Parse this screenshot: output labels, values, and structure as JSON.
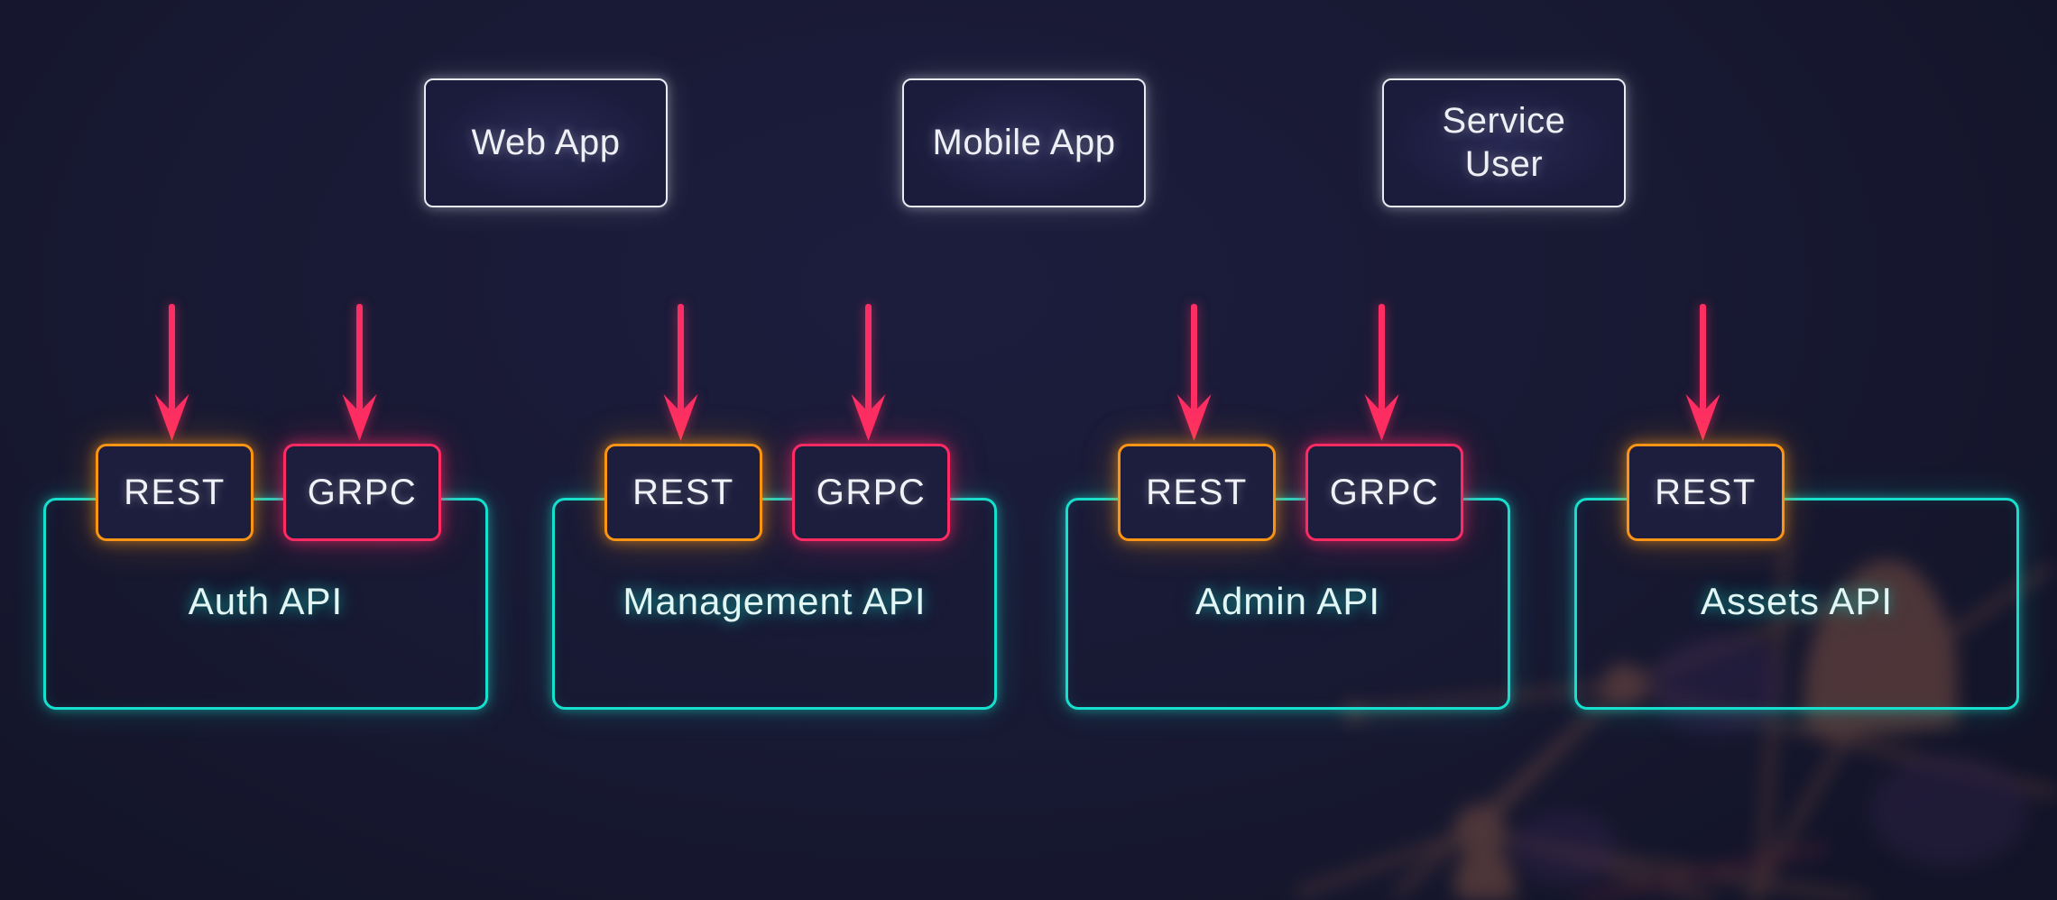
{
  "clients": [
    {
      "label": "Web App"
    },
    {
      "label": "Mobile App"
    },
    {
      "label": "Service User"
    }
  ],
  "services": [
    {
      "label": "Auth API",
      "endpoints": [
        {
          "type": "REST"
        },
        {
          "type": "GRPC"
        }
      ]
    },
    {
      "label": "Management API",
      "endpoints": [
        {
          "type": "REST"
        },
        {
          "type": "GRPC"
        }
      ]
    },
    {
      "label": "Admin API",
      "endpoints": [
        {
          "type": "REST"
        },
        {
          "type": "GRPC"
        }
      ]
    },
    {
      "label": "Assets API",
      "endpoints": [
        {
          "type": "REST"
        }
      ]
    }
  ],
  "colors": {
    "background": "#181933",
    "client_border": "#e9ebf2",
    "rest_accent": "#fa9414",
    "grpc_accent": "#fe2a63",
    "arrow": "#fd2e63",
    "service_border": "#16e0cd",
    "text": "#eef0f6",
    "service_label_text": "#e2f7f5"
  }
}
